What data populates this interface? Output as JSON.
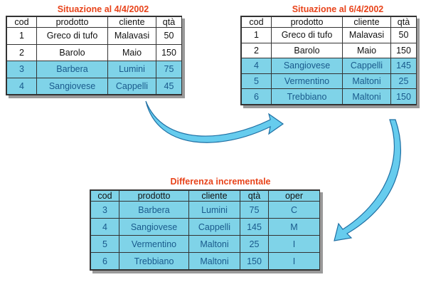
{
  "top_left": {
    "title": "Situazione al 4/4/2002",
    "headers": [
      "cod",
      "prodotto",
      "cliente",
      "qtà"
    ],
    "rows": [
      {
        "cells": [
          "1",
          "Greco di tufo",
          "Malavasi",
          "50"
        ],
        "highlight": false
      },
      {
        "cells": [
          "2",
          "Barolo",
          "Maio",
          "150"
        ],
        "highlight": false
      },
      {
        "cells": [
          "3",
          "Barbera",
          "Lumini",
          "75"
        ],
        "highlight": true
      },
      {
        "cells": [
          "4",
          "Sangiovese",
          "Cappelli",
          "45"
        ],
        "highlight": true
      }
    ]
  },
  "top_right": {
    "title": "Situazione al 6/4/2002",
    "headers": [
      "cod",
      "prodotto",
      "cliente",
      "qtà"
    ],
    "rows": [
      {
        "cells": [
          "1",
          "Greco di tufo",
          "Malavasi",
          "50"
        ],
        "highlight": false
      },
      {
        "cells": [
          "2",
          "Barolo",
          "Maio",
          "150"
        ],
        "highlight": false
      },
      {
        "cells": [
          "4",
          "Sangiovese",
          "Cappelli",
          "145"
        ],
        "highlight": true
      },
      {
        "cells": [
          "5",
          "Vermentino",
          "Maltoni",
          "25"
        ],
        "highlight": true
      },
      {
        "cells": [
          "6",
          "Trebbiano",
          "Maltoni",
          "150"
        ],
        "highlight": true
      }
    ]
  },
  "bottom": {
    "title": "Differenza incrementale",
    "headers": [
      "cod",
      "prodotto",
      "cliente",
      "qtà",
      "oper"
    ],
    "rows": [
      {
        "cells": [
          "3",
          "Barbera",
          "Lumini",
          "75",
          "C"
        ],
        "highlight": true
      },
      {
        "cells": [
          "4",
          "Sangiovese",
          "Cappelli",
          "145",
          "M"
        ],
        "highlight": true
      },
      {
        "cells": [
          "5",
          "Vermentino",
          "Maltoni",
          "25",
          "I"
        ],
        "highlight": true
      },
      {
        "cells": [
          "6",
          "Trebbiano",
          "Maltoni",
          "150",
          "I"
        ],
        "highlight": true
      }
    ]
  },
  "colors": {
    "title": "#e8431a",
    "highlight_fill": "#7fd3e8",
    "highlight_text": "#1a5a8c",
    "arrow_fill": "#66ccee",
    "arrow_stroke": "#1f6fa3"
  }
}
